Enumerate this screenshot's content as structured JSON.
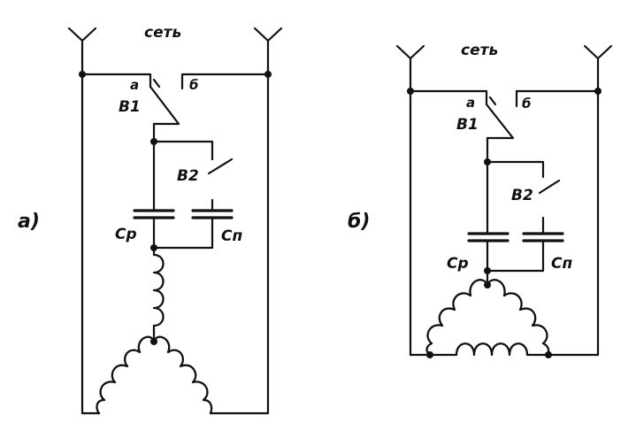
{
  "diagram_a": {
    "label": "а)",
    "network": "сеть",
    "contact_a": "а",
    "contact_b": "б",
    "switch_1": "В1",
    "switch_2": "В2",
    "cap_run": "Ср",
    "cap_start": "Сп"
  },
  "diagram_b": {
    "label": "б)",
    "network": "сеть",
    "contact_a": "а",
    "contact_b": "б",
    "switch_1": "В1",
    "switch_2": "В2",
    "cap_run": "Ср",
    "cap_start": "Сп"
  },
  "colors": {
    "ink": "#111111",
    "paper": "#ffffff"
  }
}
